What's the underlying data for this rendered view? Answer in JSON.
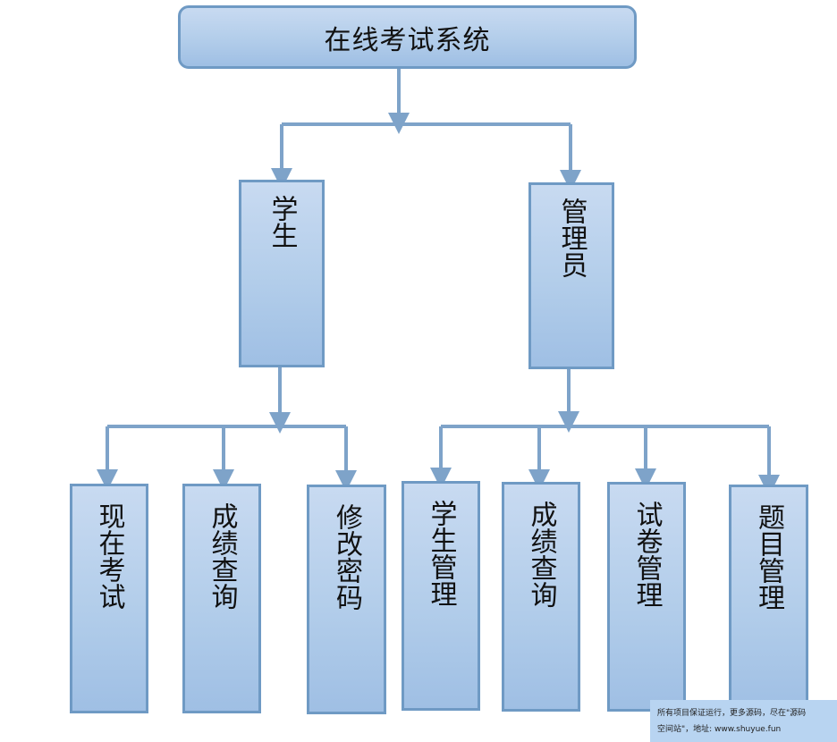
{
  "diagram": {
    "root": {
      "label": "在线考试系统"
    },
    "roles": [
      {
        "label": "学生"
      },
      {
        "label": "管理员"
      }
    ],
    "student_functions": [
      {
        "label": "现在考试"
      },
      {
        "label": "成绩查询"
      },
      {
        "label": "修改密码"
      }
    ],
    "admin_functions": [
      {
        "label": "学生管理"
      },
      {
        "label": "成绩查询"
      },
      {
        "label": "试卷管理"
      },
      {
        "label": "题目管理"
      }
    ]
  },
  "watermark": {
    "line1": "所有项目保证运行，更多源码，尽在\"源码",
    "line2": "空间站\"，地址: www.shuyue.fun"
  },
  "colors": {
    "box_border": "#6f9ac4",
    "box_fill_top": "#c8daf1",
    "box_fill_bottom": "#9fbfe4",
    "connector": "#7ea3c9",
    "footer_bg": "#b8d4f1"
  }
}
